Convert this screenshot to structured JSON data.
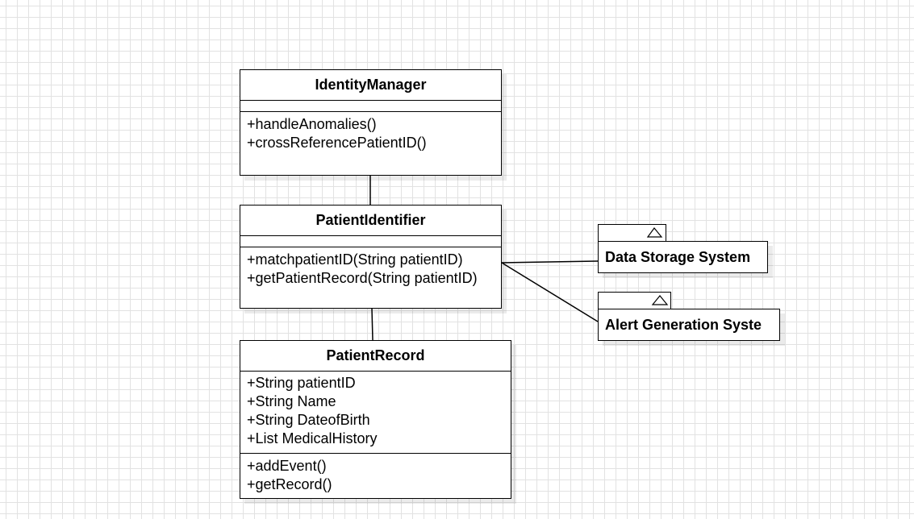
{
  "diagram": {
    "classes": {
      "identity_manager": {
        "name": "IdentityManager",
        "attributes": [],
        "methods": [
          "+handleAnomalies()",
          "+crossReferencePatientID()"
        ]
      },
      "patient_identifier": {
        "name": "PatientIdentifier",
        "attributes": [],
        "methods": [
          "+matchpatientID(String patientID)",
          "+getPatientRecord(String patientID)"
        ]
      },
      "patient_record": {
        "name": "PatientRecord",
        "attributes": [
          "+String patientID",
          "+String Name",
          "+String DateofBirth",
          "+List MedicalHistory"
        ],
        "methods": [
          "+addEvent()",
          "+getRecord()"
        ]
      }
    },
    "packages": {
      "data_storage": {
        "name": "Data Storage System"
      },
      "alert_generation": {
        "name": "Alert Generation Syste"
      }
    },
    "icons": {
      "package_tab": "triangle-icon"
    },
    "colors": {
      "grid": "#e2e2e2",
      "stroke": "#000000",
      "background": "#ffffff"
    }
  }
}
